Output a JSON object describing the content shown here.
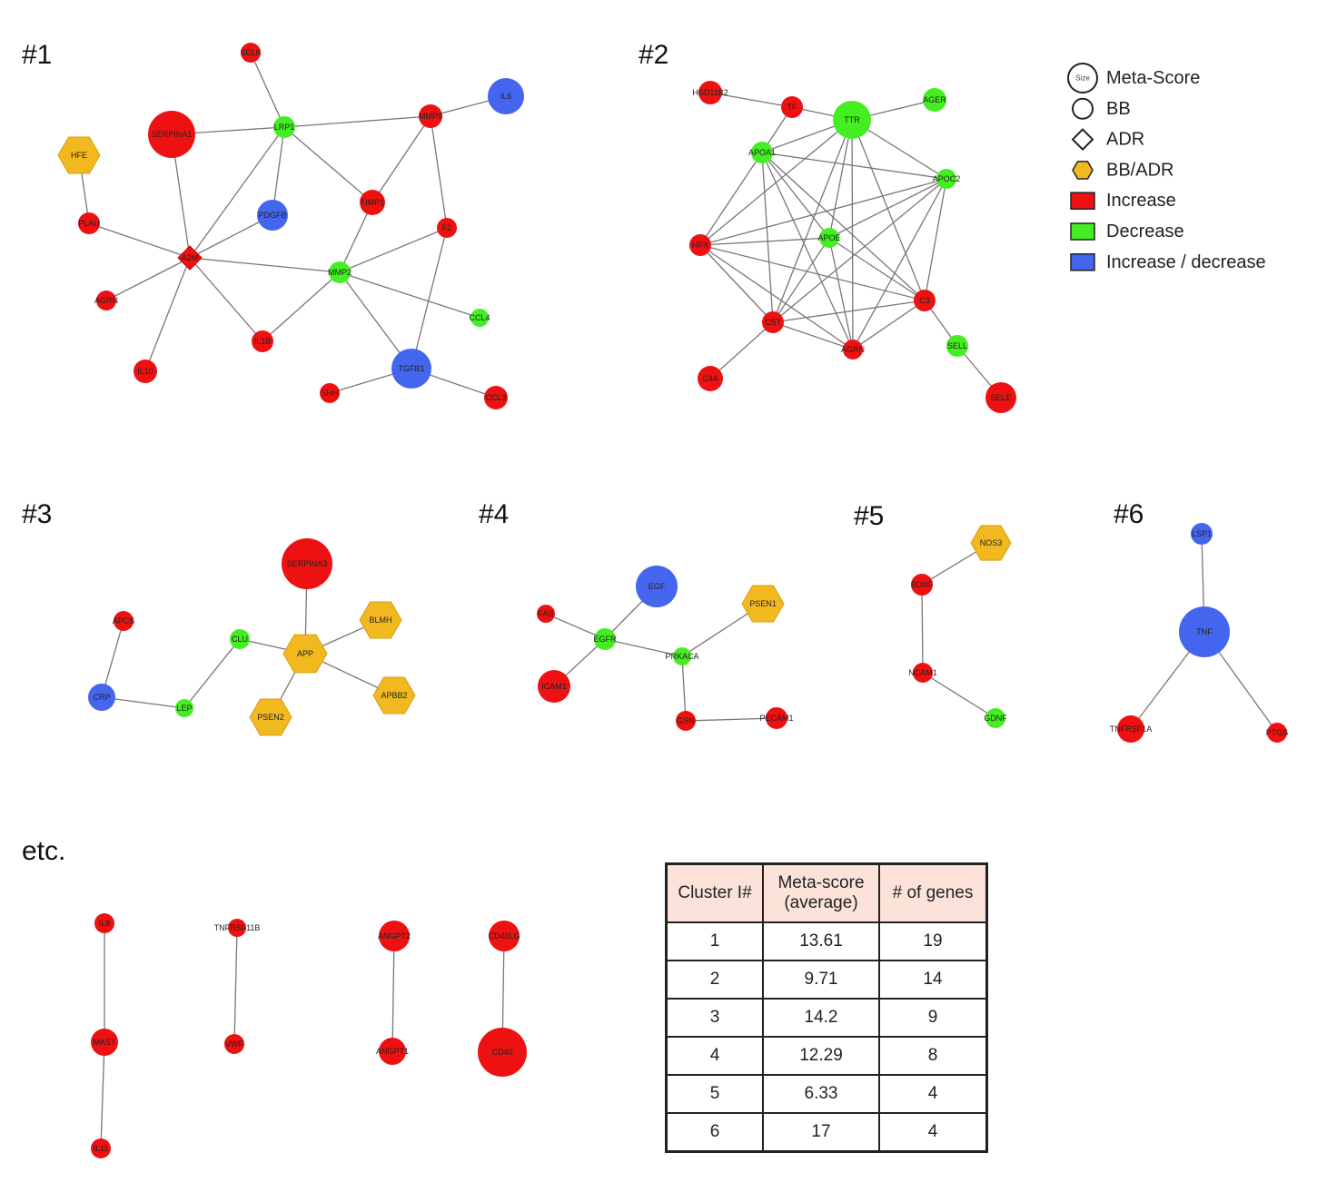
{
  "colors": {
    "increase": "#ee1111",
    "decrease": "#44ee22",
    "increase_decrease": "#4466ee",
    "bb_adr": "#f2b820",
    "edge": "#777777"
  },
  "clusters": [
    {
      "id": "c1",
      "title": "#1",
      "nodes": [
        {
          "id": "SELK",
          "label": "SELK",
          "type": "increase",
          "shape": "circle",
          "r": 11
        },
        {
          "id": "LRP1",
          "label": "LRP1",
          "type": "decrease",
          "shape": "circle",
          "r": 12
        },
        {
          "id": "MMP9",
          "label": "MMP9",
          "type": "increase",
          "shape": "circle",
          "r": 13
        },
        {
          "id": "IL6",
          "label": "IL6",
          "type": "increase_decrease",
          "shape": "circle",
          "r": 20
        },
        {
          "id": "SERPINA1",
          "label": "SERPINA1",
          "type": "increase",
          "shape": "circle",
          "r": 26
        },
        {
          "id": "HFE",
          "label": "HFE",
          "type": "bb_adr",
          "shape": "hexagon",
          "r": 23
        },
        {
          "id": "PDGFB",
          "label": "PDGFB",
          "type": "increase_decrease",
          "shape": "circle",
          "r": 17
        },
        {
          "id": "TIMP1",
          "label": "TIMP1",
          "type": "increase",
          "shape": "circle",
          "r": 14
        },
        {
          "id": "PLAU",
          "label": "PLAU",
          "type": "increase",
          "shape": "circle",
          "r": 12
        },
        {
          "id": "F2",
          "label": "F2",
          "type": "increase",
          "shape": "circle",
          "r": 11
        },
        {
          "id": "A2M",
          "label": "A2M",
          "type": "increase",
          "shape": "diamond",
          "r": 13
        },
        {
          "id": "MMP2",
          "label": "MMP2",
          "type": "decrease",
          "shape": "circle",
          "r": 12
        },
        {
          "id": "AGRN",
          "label": "AGRN",
          "type": "increase",
          "shape": "circle",
          "r": 11
        },
        {
          "id": "CCL4",
          "label": "CCL4",
          "type": "decrease",
          "shape": "circle",
          "r": 10
        },
        {
          "id": "IL1B",
          "label": "IL1B",
          "type": "increase",
          "shape": "circle",
          "r": 12
        },
        {
          "id": "IL10",
          "label": "IL10",
          "type": "increase",
          "shape": "circle",
          "r": 13
        },
        {
          "id": "TGFB1",
          "label": "TGFB1",
          "type": "increase_decrease",
          "shape": "circle",
          "r": 22
        },
        {
          "id": "SHH",
          "label": "SHH",
          "type": "increase",
          "shape": "circle",
          "r": 11
        },
        {
          "id": "CCL3",
          "label": "CCL3",
          "type": "increase",
          "shape": "circle",
          "r": 13
        }
      ],
      "edges": [
        [
          "SELK",
          "LRP1"
        ],
        [
          "SERPINA1",
          "LRP1"
        ],
        [
          "LRP1",
          "MMP9"
        ],
        [
          "MMP9",
          "IL6"
        ],
        [
          "LRP1",
          "PDGFB"
        ],
        [
          "LRP1",
          "TIMP1"
        ],
        [
          "LRP1",
          "A2M"
        ],
        [
          "MMP9",
          "TIMP1"
        ],
        [
          "MMP9",
          "F2"
        ],
        [
          "SERPINA1",
          "A2M"
        ],
        [
          "HFE",
          "PLAU"
        ],
        [
          "PLAU",
          "A2M"
        ],
        [
          "A2M",
          "PDGFB"
        ],
        [
          "A2M",
          "MMP2"
        ],
        [
          "A2M",
          "AGRN"
        ],
        [
          "A2M",
          "IL1B"
        ],
        [
          "A2M",
          "IL10"
        ],
        [
          "TIMP1",
          "MMP2"
        ],
        [
          "F2",
          "MMP2"
        ],
        [
          "F2",
          "TGFB1"
        ],
        [
          "MMP2",
          "CCL4"
        ],
        [
          "MMP2",
          "IL1B"
        ],
        [
          "MMP2",
          "TGFB1"
        ],
        [
          "TGFB1",
          "SHH"
        ],
        [
          "TGFB1",
          "CCL3"
        ]
      ]
    },
    {
      "id": "c2",
      "title": "#2",
      "nodes": [
        {
          "id": "HSD11B2",
          "label": "HSD11B2",
          "type": "increase",
          "shape": "circle",
          "r": 13
        },
        {
          "id": "TF",
          "label": "TF",
          "type": "increase",
          "shape": "circle",
          "r": 12
        },
        {
          "id": "TTR",
          "label": "TTR",
          "type": "decrease",
          "shape": "circle",
          "r": 21
        },
        {
          "id": "AGER",
          "label": "AGER",
          "type": "decrease",
          "shape": "circle",
          "r": 13
        },
        {
          "id": "APOA1",
          "label": "APOA1",
          "type": "decrease",
          "shape": "circle",
          "r": 12
        },
        {
          "id": "APOC2",
          "label": "APOC2",
          "type": "decrease",
          "shape": "circle",
          "r": 11
        },
        {
          "id": "APOE",
          "label": "APOE",
          "type": "decrease",
          "shape": "circle",
          "r": 11
        },
        {
          "id": "HPX",
          "label": "HPX",
          "type": "increase",
          "shape": "circle",
          "r": 12
        },
        {
          "id": "C3",
          "label": "C3",
          "type": "increase",
          "shape": "circle",
          "r": 12
        },
        {
          "id": "CST",
          "label": "CST",
          "type": "increase",
          "shape": "circle",
          "r": 12
        },
        {
          "id": "AGRN2",
          "label": "AGRN",
          "type": "increase",
          "shape": "circle",
          "r": 11
        },
        {
          "id": "SELL",
          "label": "SELL",
          "type": "decrease",
          "shape": "circle",
          "r": 12
        },
        {
          "id": "C4A",
          "label": "C4A",
          "type": "increase",
          "shape": "circle",
          "r": 14
        },
        {
          "id": "SELE",
          "label": "SELE",
          "type": "increase",
          "shape": "circle",
          "r": 17
        }
      ],
      "edges": [
        [
          "HSD11B2",
          "TF"
        ],
        [
          "TF",
          "TTR"
        ],
        [
          "TTR",
          "AGER"
        ],
        [
          "TF",
          "APOA1"
        ],
        [
          "TTR",
          "APOA1"
        ],
        [
          "TTR",
          "APOC2"
        ],
        [
          "TTR",
          "APOE"
        ],
        [
          "TTR",
          "HPX"
        ],
        [
          "TTR",
          "C3"
        ],
        [
          "TTR",
          "CST"
        ],
        [
          "TTR",
          "AGRN2"
        ],
        [
          "APOA1",
          "APOC2"
        ],
        [
          "APOA1",
          "APOE"
        ],
        [
          "APOA1",
          "HPX"
        ],
        [
          "APOA1",
          "C3"
        ],
        [
          "APOA1",
          "CST"
        ],
        [
          "APOA1",
          "AGRN2"
        ],
        [
          "APOC2",
          "APOE"
        ],
        [
          "APOC2",
          "HPX"
        ],
        [
          "APOC2",
          "C3"
        ],
        [
          "APOC2",
          "CST"
        ],
        [
          "APOC2",
          "AGRN2"
        ],
        [
          "APOE",
          "HPX"
        ],
        [
          "APOE",
          "C3"
        ],
        [
          "APOE",
          "CST"
        ],
        [
          "APOE",
          "AGRN2"
        ],
        [
          "HPX",
          "C3"
        ],
        [
          "HPX",
          "CST"
        ],
        [
          "HPX",
          "AGRN2"
        ],
        [
          "C3",
          "CST"
        ],
        [
          "C3",
          "AGRN2"
        ],
        [
          "CST",
          "AGRN2"
        ],
        [
          "C3",
          "SELL"
        ],
        [
          "SELL",
          "SELE"
        ],
        [
          "CST",
          "C4A"
        ]
      ]
    },
    {
      "id": "c3",
      "title": "#3",
      "nodes": [
        {
          "id": "SERPINA3",
          "label": "SERPINA3",
          "type": "increase",
          "shape": "circle",
          "r": 28
        },
        {
          "id": "APCS",
          "label": "APCS",
          "type": "increase",
          "shape": "circle",
          "r": 11
        },
        {
          "id": "CLU",
          "label": "CLU",
          "type": "decrease",
          "shape": "circle",
          "r": 11
        },
        {
          "id": "APP",
          "label": "APP",
          "type": "bb_adr",
          "shape": "hexagon",
          "r": 24
        },
        {
          "id": "BLMH",
          "label": "BLMH",
          "type": "bb_adr",
          "shape": "hexagon",
          "r": 23
        },
        {
          "id": "CRP",
          "label": "CRP",
          "type": "increase_decrease",
          "shape": "circle",
          "r": 15
        },
        {
          "id": "LEP",
          "label": "LEP",
          "type": "decrease",
          "shape": "circle",
          "r": 10
        },
        {
          "id": "PSEN2",
          "label": "PSEN2",
          "type": "bb_adr",
          "shape": "hexagon",
          "r": 23
        },
        {
          "id": "APBB2",
          "label": "APBB2",
          "type": "bb_adr",
          "shape": "hexagon",
          "r": 23
        }
      ],
      "edges": [
        [
          "SERPINA3",
          "APP"
        ],
        [
          "APCS",
          "CRP"
        ],
        [
          "CRP",
          "LEP"
        ],
        [
          "LEP",
          "CLU"
        ],
        [
          "CLU",
          "APP"
        ],
        [
          "APP",
          "BLMH"
        ],
        [
          "APP",
          "PSEN2"
        ],
        [
          "APP",
          "APBB2"
        ]
      ]
    },
    {
      "id": "c4",
      "title": "#4",
      "nodes": [
        {
          "id": "EGF",
          "label": "EGF",
          "type": "increase_decrease",
          "shape": "circle",
          "r": 23
        },
        {
          "id": "PSEN1",
          "label": "PSEN1",
          "type": "bb_adr",
          "shape": "hexagon",
          "r": 23
        },
        {
          "id": "FAS",
          "label": "FAS",
          "type": "increase",
          "shape": "circle",
          "r": 10
        },
        {
          "id": "EGFR",
          "label": "EGFR",
          "type": "decrease",
          "shape": "circle",
          "r": 12
        },
        {
          "id": "PRKACA",
          "label": "PRKACA",
          "type": "decrease",
          "shape": "circle",
          "r": 10
        },
        {
          "id": "ICAM1",
          "label": "ICAM1",
          "type": "increase",
          "shape": "circle",
          "r": 18
        },
        {
          "id": "GSN",
          "label": "GSN",
          "type": "increase",
          "shape": "circle",
          "r": 11
        },
        {
          "id": "PECAM1",
          "label": "PECAM1",
          "type": "increase",
          "shape": "circle",
          "r": 12
        }
      ],
      "edges": [
        [
          "FAS",
          "EGFR"
        ],
        [
          "EGFR",
          "EGF"
        ],
        [
          "EGFR",
          "ICAM1"
        ],
        [
          "EGFR",
          "PRKACA"
        ],
        [
          "PRKACA",
          "PSEN1"
        ],
        [
          "PRKACA",
          "GSN"
        ],
        [
          "GSN",
          "PECAM1"
        ]
      ]
    },
    {
      "id": "c5",
      "title": "#5",
      "nodes": [
        {
          "id": "NOS3",
          "label": "NOS3",
          "type": "bb_adr",
          "shape": "hexagon",
          "r": 22
        },
        {
          "id": "BDNF",
          "label": "BDNF",
          "type": "increase",
          "shape": "circle",
          "r": 12
        },
        {
          "id": "NCAM1",
          "label": "NCAM1",
          "type": "increase",
          "shape": "circle",
          "r": 11
        },
        {
          "id": "GDNF",
          "label": "GDNF",
          "type": "decrease",
          "shape": "circle",
          "r": 11
        }
      ],
      "edges": [
        [
          "NOS3",
          "BDNF"
        ],
        [
          "BDNF",
          "NCAM1"
        ],
        [
          "NCAM1",
          "GDNF"
        ]
      ]
    },
    {
      "id": "c6",
      "title": "#6",
      "nodes": [
        {
          "id": "LSP1",
          "label": "LSP1",
          "type": "increase_decrease",
          "shape": "circle",
          "r": 12
        },
        {
          "id": "TNF",
          "label": "TNF",
          "type": "increase_decrease",
          "shape": "circle",
          "r": 28
        },
        {
          "id": "TNFRSF1A",
          "label": "TNFRSF1A",
          "type": "increase",
          "shape": "circle",
          "r": 15
        },
        {
          "id": "PTGS",
          "label": "PTGS",
          "type": "increase",
          "shape": "circle",
          "r": 11
        }
      ],
      "edges": [
        [
          "LSP1",
          "TNF"
        ],
        [
          "TNF",
          "TNFRSF1A"
        ],
        [
          "TNF",
          "PTGS"
        ]
      ]
    },
    {
      "id": "etc",
      "title": "etc.",
      "nodes": [
        {
          "id": "IL8",
          "label": "IL8",
          "type": "increase",
          "shape": "circle",
          "r": 11
        },
        {
          "id": "MAST",
          "label": "MAST",
          "type": "increase",
          "shape": "circle",
          "r": 15
        },
        {
          "id": "IL11",
          "label": "IL11",
          "type": "increase",
          "shape": "circle",
          "r": 11
        },
        {
          "id": "TNFRSF11B",
          "label": "TNFRSF11B",
          "type": "increase",
          "shape": "circle",
          "r": 10
        },
        {
          "id": "VWF",
          "label": "VWF",
          "type": "increase",
          "shape": "circle",
          "r": 11
        },
        {
          "id": "ANGPT2",
          "label": "ANGPT2",
          "type": "increase",
          "shape": "circle",
          "r": 17
        },
        {
          "id": "ANGPT1",
          "label": "ANGPT1",
          "type": "increase",
          "shape": "circle",
          "r": 15
        },
        {
          "id": "CD40LG",
          "label": "CD40LG",
          "type": "increase",
          "shape": "circle",
          "r": 17
        },
        {
          "id": "CD40",
          "label": "CD40",
          "type": "increase",
          "shape": "circle",
          "r": 27
        }
      ],
      "edges": [
        [
          "IL8",
          "MAST"
        ],
        [
          "MAST",
          "IL11"
        ],
        [
          "TNFRSF11B",
          "VWF"
        ],
        [
          "ANGPT2",
          "ANGPT1"
        ],
        [
          "CD40LG",
          "CD40"
        ]
      ]
    }
  ],
  "legend": {
    "items": [
      {
        "shape": "size",
        "icon_text": "Size",
        "label": "Meta-Score"
      },
      {
        "shape": "circle",
        "label": "BB"
      },
      {
        "shape": "diamond",
        "label": "ADR"
      },
      {
        "shape": "hexagon",
        "color": "bb_adr",
        "label": "BB/ADR"
      },
      {
        "shape": "rect",
        "color": "increase",
        "label": "Increase"
      },
      {
        "shape": "rect",
        "color": "decrease",
        "label": "Decrease"
      },
      {
        "shape": "rect",
        "color": "increase_decrease",
        "label": "Increase / decrease"
      }
    ]
  },
  "table": {
    "headers": [
      "Cluster I#",
      "Meta-score\n(average)",
      "# of genes"
    ],
    "rows": [
      [
        "1",
        "13.61",
        "19"
      ],
      [
        "2",
        "9.71",
        "14"
      ],
      [
        "3",
        "14.2",
        "9"
      ],
      [
        "4",
        "12.29",
        "8"
      ],
      [
        "5",
        "6.33",
        "4"
      ],
      [
        "6",
        "17",
        "4"
      ]
    ]
  }
}
